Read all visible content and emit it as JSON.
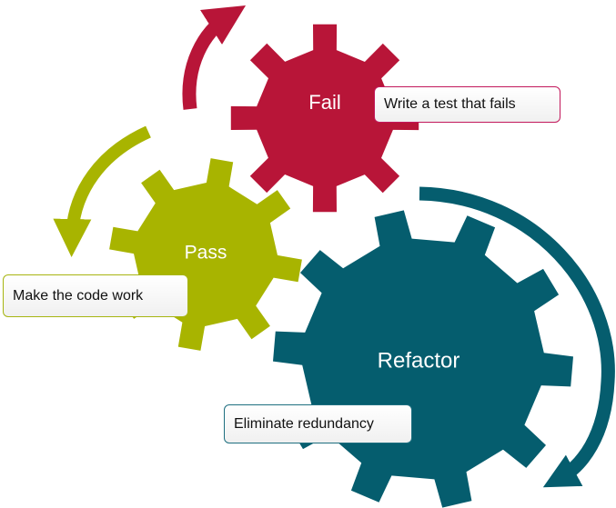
{
  "colors": {
    "fail": "#b81538",
    "pass": "#a8b400",
    "refactor": "#055d6e"
  },
  "diagram": {
    "gears": {
      "fail": {
        "label": "Fail"
      },
      "pass": {
        "label": "Pass"
      },
      "refactor": {
        "label": "Refactor"
      }
    },
    "callouts": {
      "fail": "Write a test that fails",
      "pass": "Make the code work",
      "refactor": "Eliminate redundancy"
    }
  }
}
